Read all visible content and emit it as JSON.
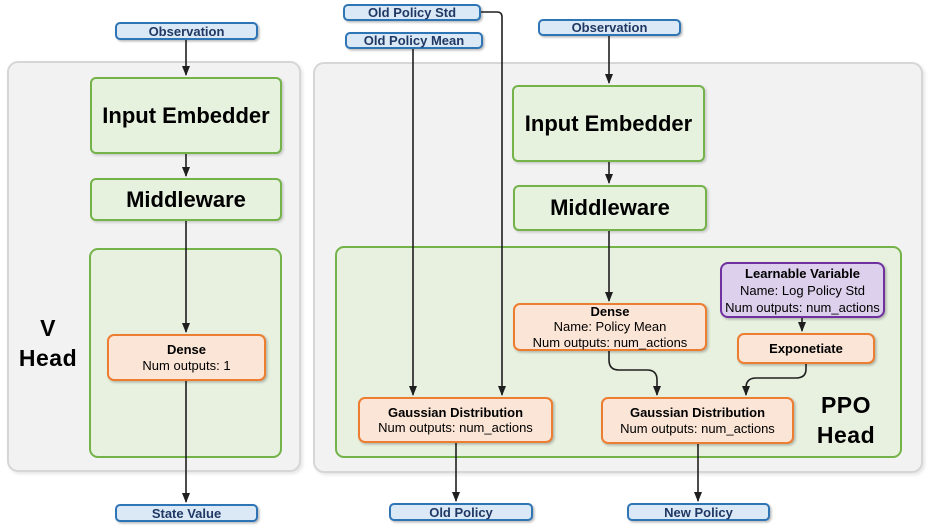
{
  "colors": {
    "blue_fill": "#dbe9f7",
    "blue_border": "#2e75b6",
    "blue_text": "#1f3864",
    "green_fill": "#e6f1de",
    "green_border": "#74b24a",
    "green_container_fill": "#e8f1e0",
    "orange_fill": "#fbe5d6",
    "orange_border": "#ed7d31",
    "purple_fill": "#ddd0ec",
    "purple_border": "#7030a0",
    "panel_fill": "#f2f2f2",
    "panel_border": "#d6d6d6",
    "line_color": "#1f1f1f"
  },
  "v_head": {
    "title_line1": "V",
    "title_line2": "Head",
    "observation": "Observation",
    "input_embedder": "Input Embedder",
    "middleware": "Middleware",
    "dense": {
      "title": "Dense",
      "line2": "Num outputs: 1"
    },
    "state_value": "State Value"
  },
  "ppo_head": {
    "title_line1": "PPO",
    "title_line2": "Head",
    "inputs": {
      "old_policy_std": "Old Policy Std",
      "old_policy_mean": "Old Policy Mean",
      "observation": "Observation"
    },
    "input_embedder": "Input Embedder",
    "middleware": "Middleware",
    "dense": {
      "title": "Dense",
      "line2": "Name: Policy Mean",
      "line3": "Num outputs: num_actions"
    },
    "learnable_variable": {
      "title": "Learnable Variable",
      "line2": "Name: Log Policy Std",
      "line3": "Num outputs: num_actions"
    },
    "exponetiate": "Exponetiate",
    "gaussian_distribution_old": {
      "title": "Gaussian Distribution",
      "line2": "Num outputs: num_actions"
    },
    "gaussian_distribution_new": {
      "title": "Gaussian Distribution",
      "line2": "Num outputs: num_actions"
    },
    "outputs": {
      "old_policy": "Old Policy",
      "new_policy": "New Policy"
    }
  }
}
